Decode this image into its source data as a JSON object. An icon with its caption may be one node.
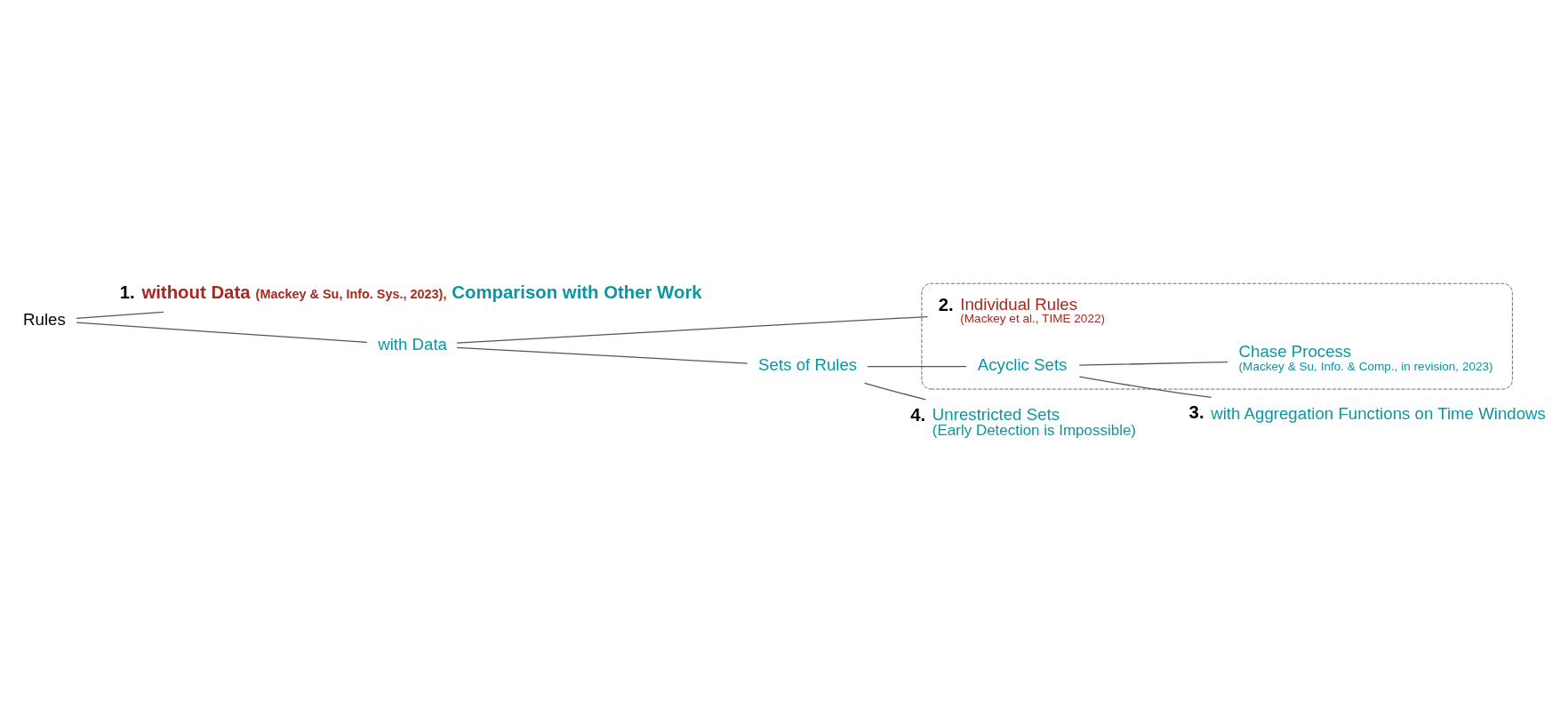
{
  "diagram": {
    "nodes": [
      {
        "text": [
          "Rules"
        ]
      },
      {
        "text": [
          "without Data",
          "(Mackey & Su, Info. Sys., 2023),",
          "Comparison with Other Work"
        ],
        "beside": [
          "1."
        ]
      },
      {
        "text": [
          "with Data"
        ]
      },
      {
        "text": [],
        "shape": "box"
      },
      {
        "text": [
          "Individual Rules",
          "(Mackey et al., TIME 2022)"
        ],
        "in": 3,
        "beside": [
          "2."
        ]
      },
      {
        "text": [
          "Sets of Rules"
        ]
      },
      {
        "text": [
          "Acyclic Sets"
        ],
        "in": 3
      },
      {
        "text": [
          "Chase Process",
          "(Mackey & Su, Info. & Comp., in revision, 2023)"
        ],
        "in": 3
      },
      {
        "text": [
          "with Aggregation Functions on Time Windows"
        ],
        "beside": [
          "3."
        ]
      },
      {
        "text": [
          "Unrestricted Sets",
          "(Early Detection is Impossible)"
        ],
        "beside": [
          "4."
        ]
      }
    ],
    "edges": [
      {
        "from": 0,
        "to": 1,
        "arrow": "none"
      },
      {
        "from": 0,
        "to": 2,
        "arrow": "none"
      },
      {
        "from": 2,
        "to": 4,
        "arrow": "none"
      },
      {
        "from": 2,
        "to": 5,
        "arrow": "none"
      },
      {
        "from": 5,
        "to": 6,
        "arrow": "none"
      },
      {
        "from": 5,
        "to": 9,
        "arrow": "none"
      },
      {
        "from": 6,
        "to": 7,
        "arrow": "none"
      },
      {
        "from": 6,
        "to": 8,
        "arrow": "none"
      }
    ]
  }
}
